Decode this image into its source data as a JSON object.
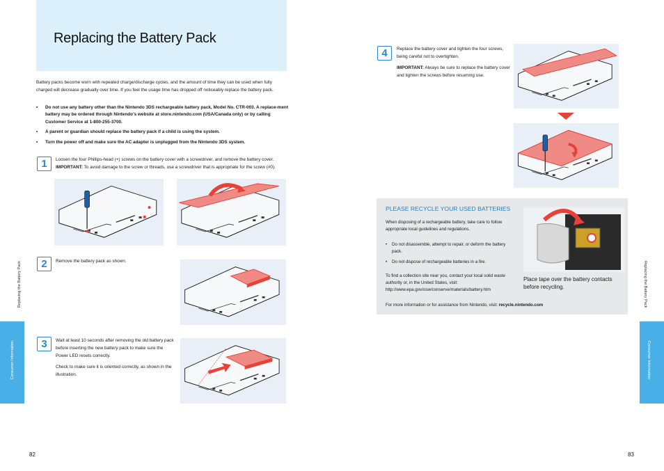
{
  "left_page": {
    "title": "Replacing the Battery Pack",
    "intro": "Battery packs become worn with repeated charge/discharge cycles, and the amount of time they can be used when fully charged will decrease gradually over time. If you feel the usage time has dropped off noticeably replace the battery pack.",
    "bullets": [
      "Do not use any battery other than the Nintendo 3DS rechargeable battery pack, Model No. CTR-003. A replace-ment battery may be ordered through Nintendo’s website at store.nintendo.com (USA/Canada only) or by calling Customer Service at 1-800-255-3700.",
      "A parent or guardian should replace the battery pack if a child is using the system.",
      "Turn the power off and make sure the AC adapter is unplugged from the Nintendo 3DS system."
    ],
    "step1": {
      "num": "1",
      "text": "Loosen the four Phillips-head (+) screws on the battery cover with a screwdriver, and remove the battery cover.",
      "important_label": "IMPORTANT:",
      "important_text": " To avoid damage to the screw or threads, use a screwdriver that is appropriate for the screw (#0)."
    },
    "step2": {
      "num": "2",
      "text": "Remove the battery pack as shown."
    },
    "step3": {
      "num": "3",
      "text1": "Wait at least 10 seconds after removing the old battery pack before inserting the new battery pack to make sure the Power LED resets correctly.",
      "text2": "Check to make sure it is oriented correctly, as shown in the illustration."
    },
    "side_label": "Replacing the Battery Pack",
    "tab_label": "Consumer Information",
    "page_number": "82"
  },
  "right_page": {
    "step4": {
      "num": "4",
      "text": "Replace the battery cover and tighten the four screws, being careful not to overtighten.",
      "important_label": "IMPORTANT:",
      "important_text": " Always be sure to replace the battery cover and tighten the screws before resuming use."
    },
    "recycle": {
      "heading": "PLEASE RECYCLE YOUR USED BATTERIES",
      "intro": "When disposing of a rechargeable battery, take care to follow appropriate local guidelines and regulations.",
      "bullets": [
        "Do not disassemble, attempt to repair, or deform the battery pack.",
        "Do not dispose of rechargeable batteries in a fire."
      ],
      "collection": "To find a collection site near you, contact your local solid waste authority or, in the United States, visit: http://www.epa.gov/osw/conserve/materials/battery.htm",
      "more_info_prefix": "For more information or for assistance from Nintendo, visit: ",
      "more_info_link": "recycle.nintendo.com",
      "caption": "Place tape over the battery contacts before recycling."
    },
    "side_label": "Replacing the Battery Pack",
    "tab_label": "Consumer Information",
    "page_number": "83"
  },
  "colors": {
    "accent_blue": "#48b0e6",
    "title_bg": "#dcf0fb",
    "red": "#e8413a",
    "step_blue": "#2b88c8"
  }
}
